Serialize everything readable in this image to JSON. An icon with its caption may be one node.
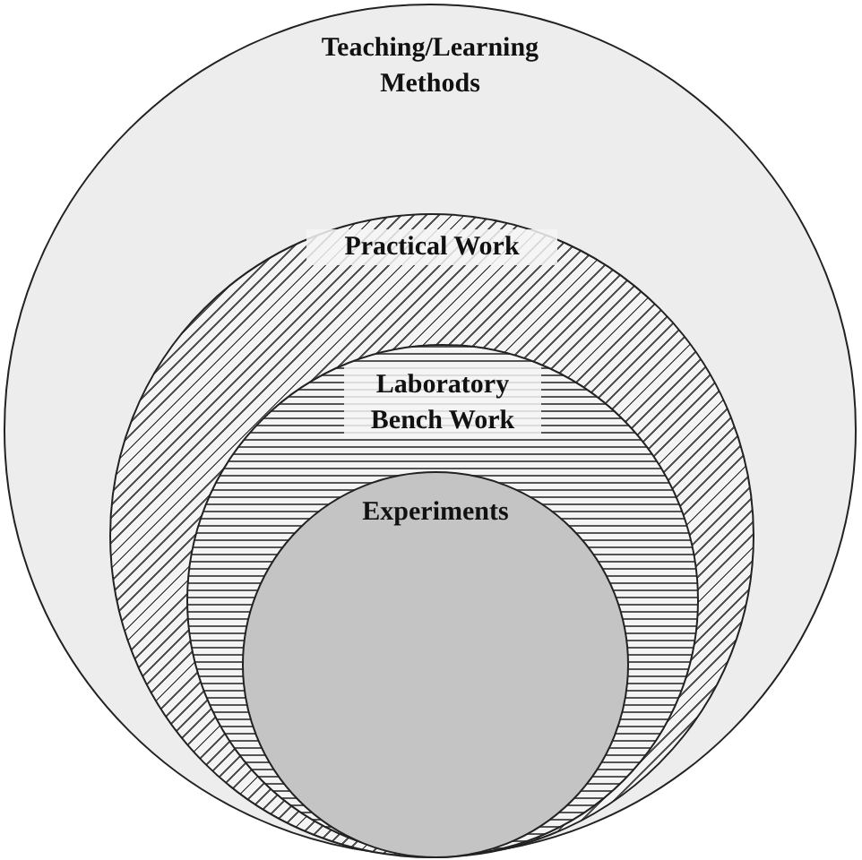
{
  "diagram": {
    "nodes": [
      {
        "text": [
          "Teaching/Learning Methods"
        ]
      },
      {
        "text": [
          "Practical Work"
        ],
        "in": 0
      },
      {
        "text": [
          "Laboratory Bench Work"
        ],
        "in": 1
      },
      {
        "text": [
          "Experiments"
        ],
        "in": 2
      }
    ]
  }
}
